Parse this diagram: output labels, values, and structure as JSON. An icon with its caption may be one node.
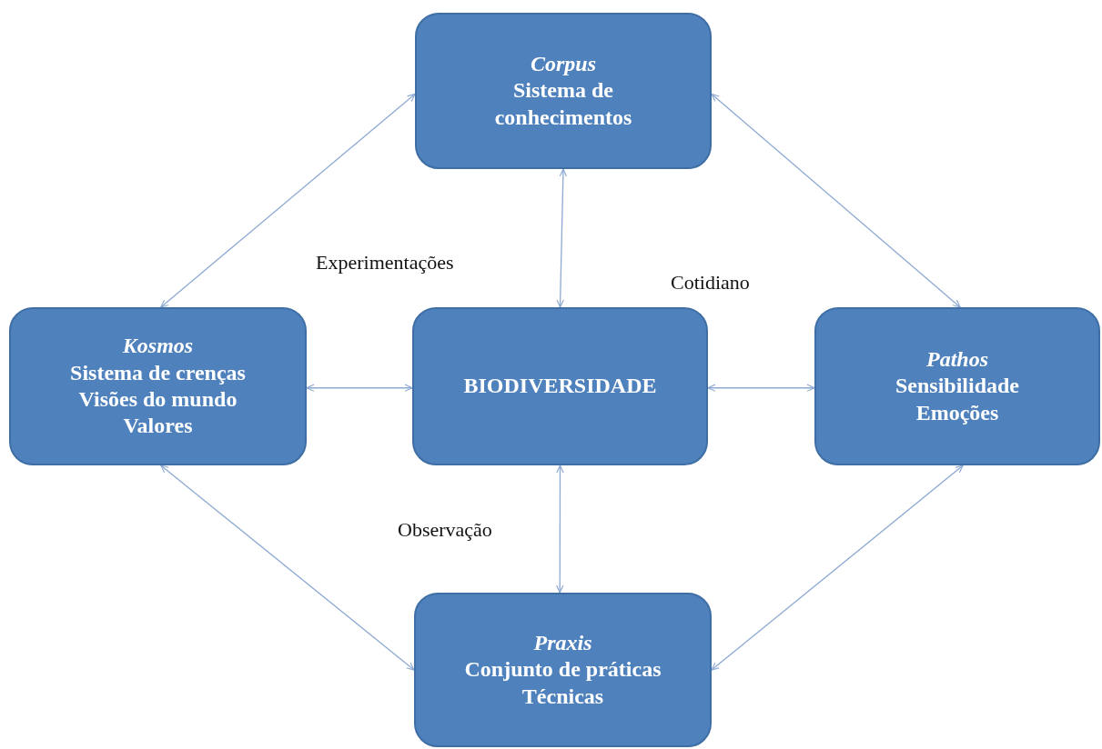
{
  "diagram": {
    "nodes": [
      {
        "text": [
          "Corpus",
          "Sistema de conhecimentos"
        ]
      },
      {
        "text": [
          "Kosmos",
          "Sistema de crenças Visões do mundo Valores"
        ]
      },
      {
        "text": [
          "BIODIVERSIDADE"
        ]
      },
      {
        "text": [
          "Pathos",
          "Sensibilidade Emoções"
        ]
      },
      {
        "text": [
          "Praxis",
          "Conjunto de práticas Técnicas"
        ]
      }
    ],
    "edges": [
      {
        "from": 0,
        "to": 1,
        "arrow": "both"
      },
      {
        "from": 0,
        "to": 2,
        "arrow": "both"
      },
      {
        "from": 0,
        "to": 3,
        "arrow": "both"
      },
      {
        "from": 1,
        "to": 2,
        "arrow": "both"
      },
      {
        "from": 2,
        "to": 3,
        "arrow": "both"
      },
      {
        "from": 2,
        "to": 4,
        "arrow": "both"
      },
      {
        "from": 1,
        "to": 4,
        "arrow": "both"
      },
      {
        "from": 3,
        "to": 4,
        "arrow": "both"
      }
    ],
    "labels": [
      "Experimentações",
      "Cotidiano",
      "Observação"
    ]
  }
}
